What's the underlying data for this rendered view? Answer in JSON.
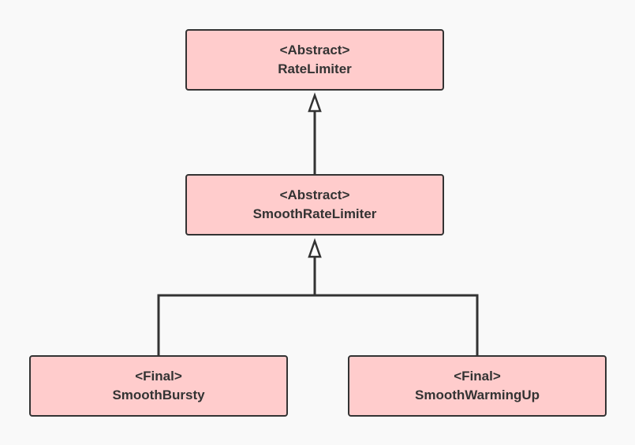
{
  "diagram": {
    "colors": {
      "node_fill": "#ffcccc",
      "node_border": "#333333",
      "edge": "#333333",
      "background": "#f9f9f9"
    },
    "nodes": [
      {
        "id": "rate-limiter",
        "stereotype": "<Abstract>",
        "name": "RateLimiter"
      },
      {
        "id": "smooth-rate-limiter",
        "stereotype": "<Abstract>",
        "name": "SmoothRateLimiter"
      },
      {
        "id": "smooth-bursty",
        "stereotype": "<Final>",
        "name": "SmoothBursty"
      },
      {
        "id": "smooth-warming-up",
        "stereotype": "<Final>",
        "name": "SmoothWarmingUp"
      }
    ],
    "edges": [
      {
        "from": "smooth-rate-limiter",
        "to": "rate-limiter",
        "type": "inheritance"
      },
      {
        "from": "smooth-bursty",
        "to": "smooth-rate-limiter",
        "type": "inheritance"
      },
      {
        "from": "smooth-warming-up",
        "to": "smooth-rate-limiter",
        "type": "inheritance"
      }
    ]
  }
}
